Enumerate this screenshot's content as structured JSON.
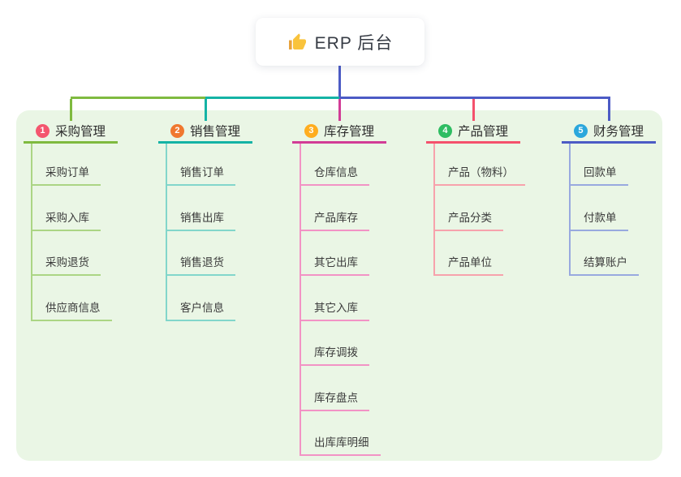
{
  "root": {
    "title": "ERP 后台",
    "icon": "thumbs-up-icon"
  },
  "branches": [
    {
      "key": "purchase",
      "number": "1",
      "label": "采购管理",
      "badge_color": "#F4566E",
      "line_color": "#7FBA3F",
      "child_line_color": "#ABD584",
      "children": [
        "采购订单",
        "采购入库",
        "采购退货",
        "供应商信息"
      ]
    },
    {
      "key": "sales",
      "number": "2",
      "label": "销售管理",
      "badge_color": "#F0782F",
      "line_color": "#14B3A5",
      "child_line_color": "#82D6CB",
      "children": [
        "销售订单",
        "销售出库",
        "销售退货",
        "客户信息"
      ]
    },
    {
      "key": "inventory",
      "number": "3",
      "label": "库存管理",
      "badge_color": "#FFAD1F",
      "line_color": "#D23C96",
      "child_line_color": "#F293C5",
      "children": [
        "仓库信息",
        "产品库存",
        "其它出库",
        "其它入库",
        "库存调拨",
        "库存盘点",
        "出库库明细"
      ]
    },
    {
      "key": "product",
      "number": "4",
      "label": "产品管理",
      "badge_color": "#2EBD62",
      "line_color": "#F4516C",
      "child_line_color": "#F7A2AC",
      "children": [
        "产品（物料）",
        "产品分类",
        "产品单位"
      ]
    },
    {
      "key": "finance",
      "number": "5",
      "label": "财务管理",
      "badge_color": "#2BA7DC",
      "line_color": "#4C5BC5",
      "child_line_color": "#98A9DF",
      "children": [
        "回款单",
        "付款单",
        "结算账户"
      ]
    }
  ],
  "colors": {
    "page_bg": "#FFFFFF",
    "panel_bg": "#EAF6E5",
    "root_connector": "#4C5BC5",
    "root_node_bg": "#FFFFFF",
    "text": "#333333"
  }
}
